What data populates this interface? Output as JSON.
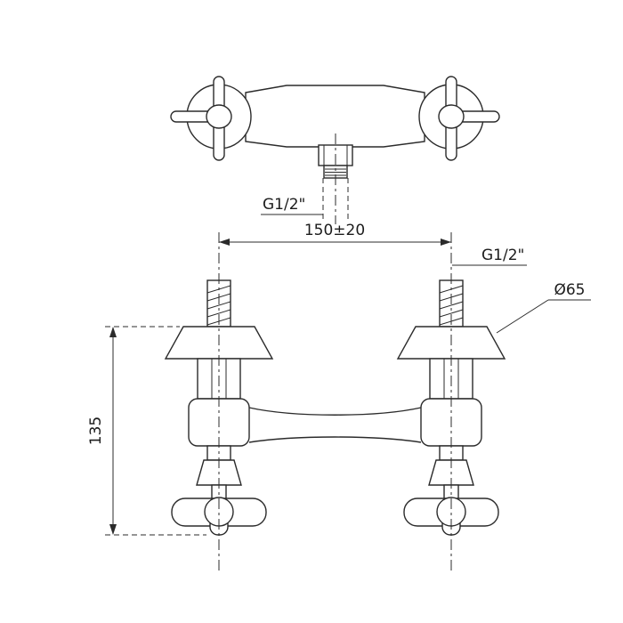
{
  "drawing": {
    "labels": {
      "outlet_thread": "G1/2\"",
      "inlet_thread": "G1/2\"",
      "handle_spacing": "150±20",
      "escutcheon_diameter": "Ø65",
      "height": "135"
    }
  }
}
